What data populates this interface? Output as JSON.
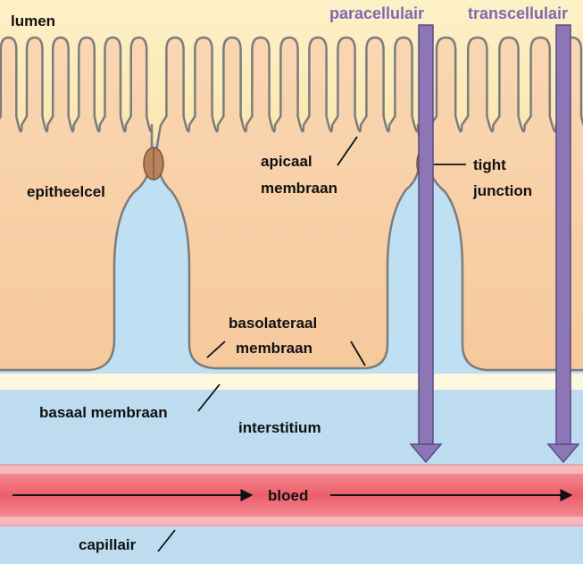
{
  "labels": {
    "lumen": "lumen",
    "paracellular": "paracellulair",
    "transcellular": "transcellulair",
    "epithelial_cell": "epitheelcel",
    "apical_line1": "apicaal",
    "apical_line2": "membraan",
    "tight_line1": "tight",
    "tight_line2": "junction",
    "basolateral_line1": "basolateraal",
    "basolateral_line2": "membraan",
    "basal": "basaal membraan",
    "interstitium": "interstitium",
    "blood": "bloed",
    "capillary": "capillair"
  },
  "colors": {
    "lumen_top": "#fdf1c8",
    "lumen_bottom": "#fbe3a8",
    "cell_fill": "#f8d3ab",
    "cell_outline": "#7c7c7c",
    "interstitium": "#bfdff2",
    "basal_membrane": "#fdf7de",
    "capillary_wall": "#f7b8bc",
    "blood": "#ef6a75",
    "tight_junction": "#b8825c",
    "route_arrow": "#8d76b6",
    "route_arrow_edge": "#5c4a85",
    "route_text": "#7b6aaf"
  }
}
